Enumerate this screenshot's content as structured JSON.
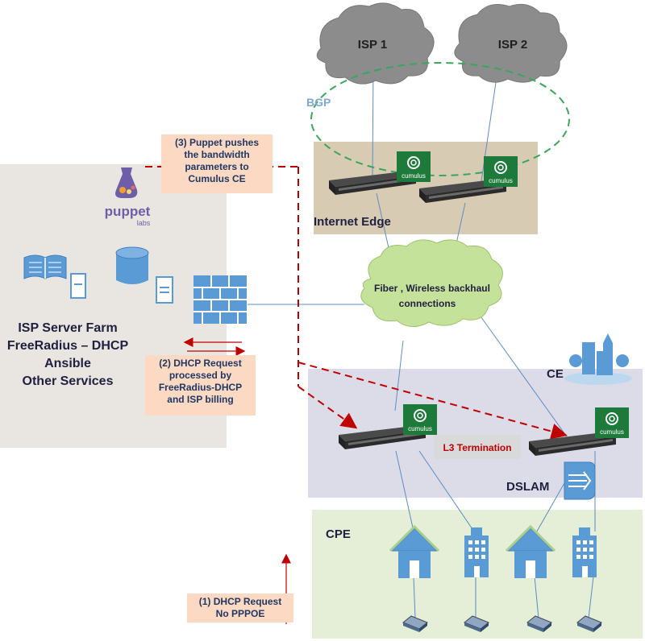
{
  "clouds": {
    "isp1": "ISP 1",
    "isp2": "ISP 2",
    "backhaul_line1": "Fiber , Wireless backhaul",
    "backhaul_line2": "connections"
  },
  "bgp_label": "BGP",
  "internet_edge_label": "Internet Edge",
  "ce_label": "CE",
  "dslam_label": "DSLAM",
  "cpe_label": "CPE",
  "l3_label": "L3 Termination",
  "puppet": {
    "logo_word": "puppet",
    "logo_sub": "labs"
  },
  "server_farm": {
    "line1": "ISP Server Farm",
    "line2": "FreeRadius – DHCP",
    "line3": "Ansible",
    "line4": "Other Services"
  },
  "notes": {
    "step3": [
      "(3) Puppet pushes",
      "the bandwidth",
      "parameters to",
      "Cumulus CE"
    ],
    "step2": [
      "(2) DHCP Request",
      "processed by",
      "FreeRadius-DHCP",
      "and ISP billing"
    ],
    "step1": [
      "(1)  DHCP Request",
      "No PPPOE"
    ]
  },
  "cumulus_badge": "cumulus",
  "colors": {
    "server_farm_bg": "#e9e6e1",
    "internet_edge_bg": "#d8cbb3",
    "ce_bg": "#dcdce9",
    "cpe_bg": "#e5eed6",
    "note_bg": "#fcd9c2",
    "cloud_grey": "#8c8c8c",
    "cloud_green": "#c4e29a",
    "cumulus_green": "#1d7a3a",
    "arrow_red": "#c00000",
    "building_blue": "#5b9bd5"
  }
}
